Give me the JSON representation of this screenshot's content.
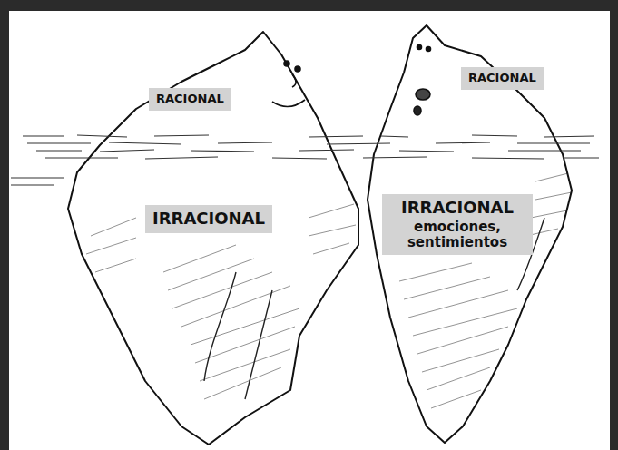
{
  "diagram": {
    "nodes": [
      {
        "text": [
          "RACIONAL"
        ]
      },
      {
        "text": [
          "RACIONAL"
        ]
      },
      {
        "text": [
          "IRRACIONAL"
        ]
      },
      {
        "text": [
          "IRRACIONAL",
          "emociones, sentimientos"
        ]
      }
    ]
  }
}
